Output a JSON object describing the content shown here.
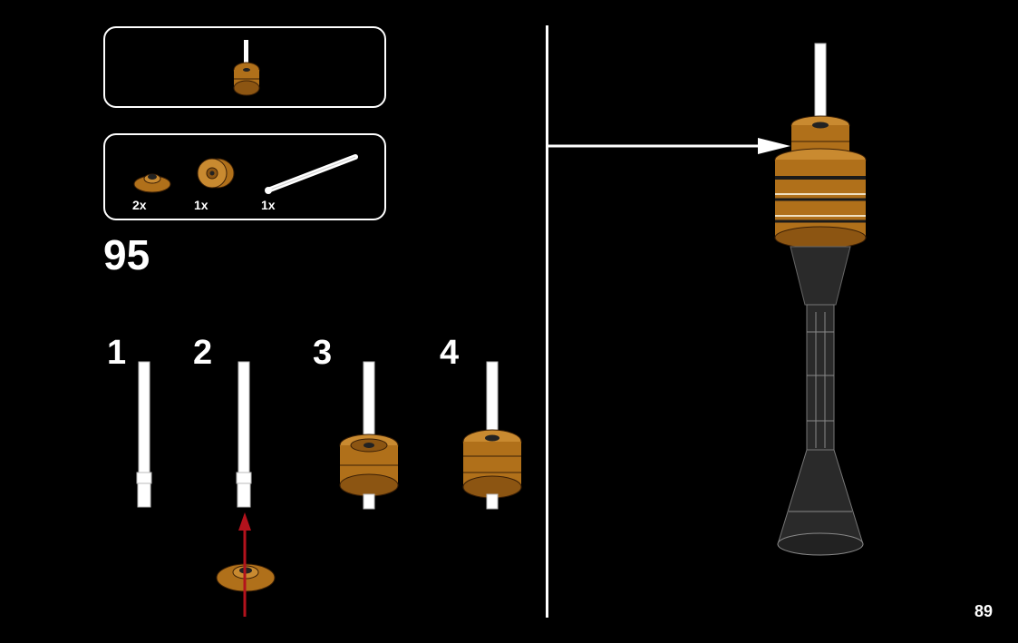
{
  "step": {
    "number": "95",
    "parts": [
      {
        "name": "round plate 2x2",
        "quantity": "2x"
      },
      {
        "name": "technic wheel",
        "quantity": "1x"
      },
      {
        "name": "white bar",
        "quantity": "1x"
      }
    ],
    "sub_steps": [
      "1",
      "2",
      "3",
      "4"
    ]
  },
  "page": {
    "number": "89"
  },
  "colors": {
    "background": "#000000",
    "brick_tan": "#b0701a",
    "bar_white": "#ffffff",
    "tower_dark": "#2a2a2a",
    "arrow_red": "#b3121c"
  }
}
